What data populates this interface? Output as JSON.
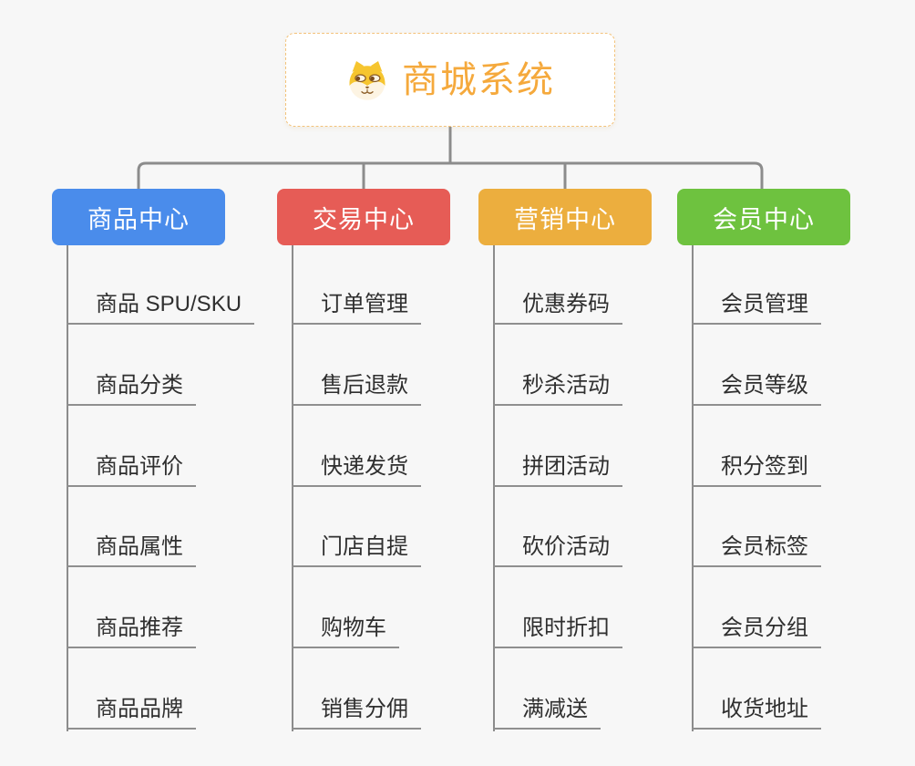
{
  "root": {
    "title": "商城系统",
    "icon": "dog-face-icon",
    "title_color": "#f5a93c",
    "border_color": "#f3c27a"
  },
  "connector_color": "#8c8c8c",
  "background_color": "#f7f7f7",
  "child_text_color": "#2f2f2f",
  "branches": [
    {
      "title": "商品中心",
      "color": "#4a8ceb",
      "items": [
        "商品 SPU/SKU",
        "商品分类",
        "商品评价",
        "商品属性",
        "商品推荐",
        "商品品牌"
      ]
    },
    {
      "title": "交易中心",
      "color": "#e65c56",
      "items": [
        "订单管理",
        "售后退款",
        "快递发货",
        "门店自提",
        "购物车",
        "销售分佣"
      ]
    },
    {
      "title": "营销中心",
      "color": "#ecae3e",
      "items": [
        "优惠券码",
        "秒杀活动",
        "拼团活动",
        "砍价活动",
        "限时折扣",
        "满减送"
      ]
    },
    {
      "title": "会员中心",
      "color": "#6ec23f",
      "items": [
        "会员管理",
        "会员等级",
        "积分签到",
        "会员标签",
        "会员分组",
        "收货地址"
      ]
    }
  ]
}
